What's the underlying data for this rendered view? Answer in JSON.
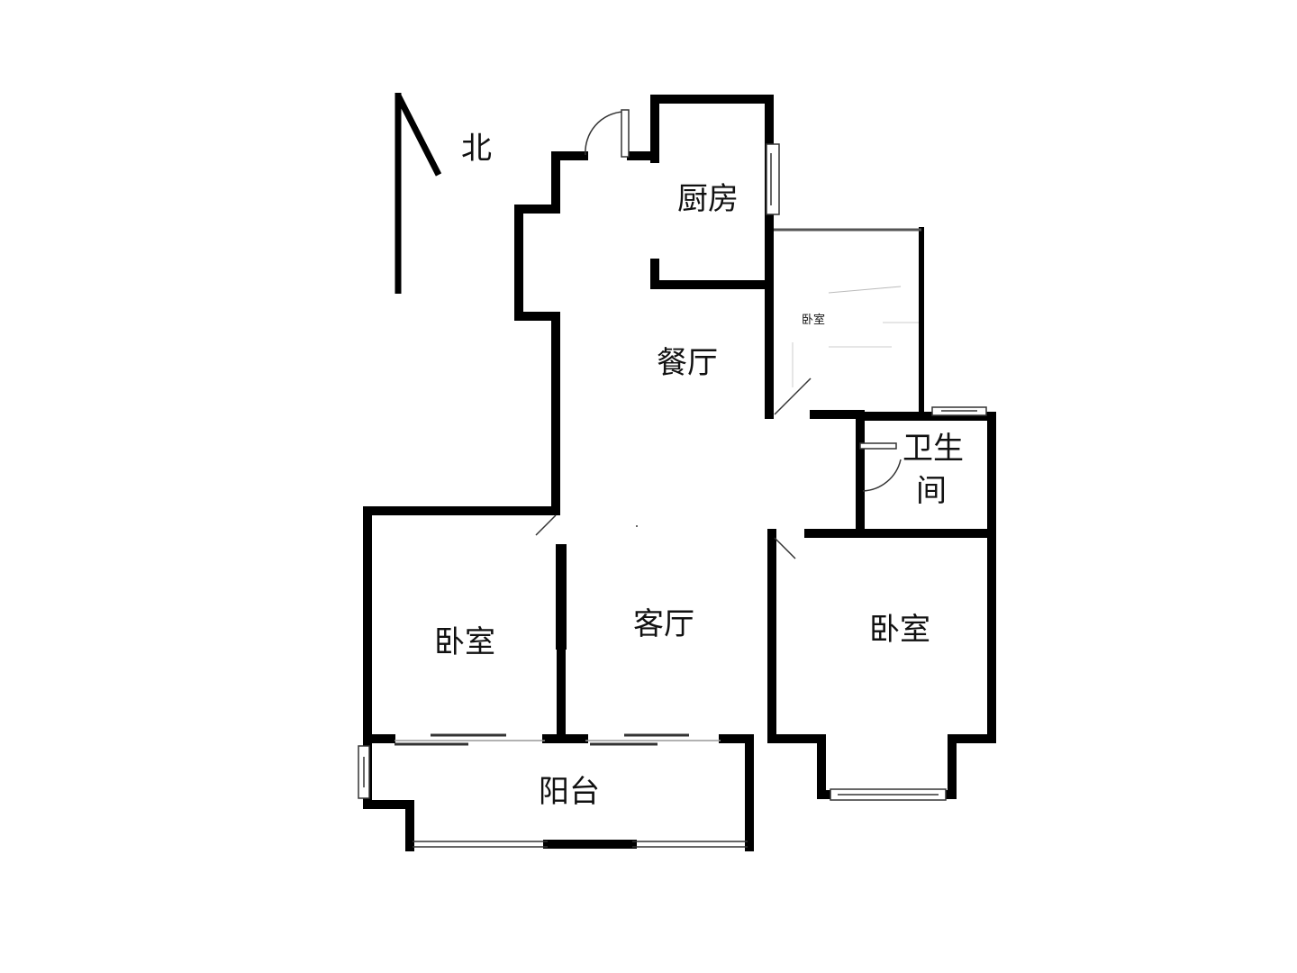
{
  "compass": {
    "label": "北"
  },
  "rooms": {
    "kitchen": "厨房",
    "dining": "餐厅",
    "small_bedroom": "卧室",
    "bathroom_line1": "卫生",
    "bathroom_line2": "间",
    "living": "客厅",
    "bedroom_west": "卧室",
    "bedroom_east": "卧室",
    "balcony": "阳台"
  }
}
